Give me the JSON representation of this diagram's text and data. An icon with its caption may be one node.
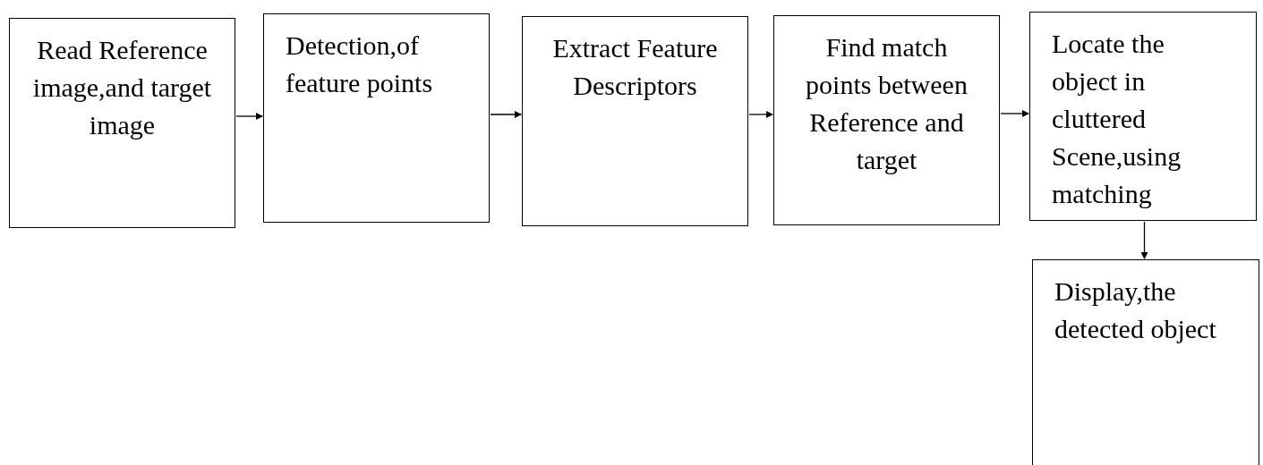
{
  "diagram": {
    "nodes": [
      {
        "text": [
          "Read Reference image,and target image"
        ]
      },
      {
        "text": [
          "Detection,of feature points"
        ]
      },
      {
        "text": [
          "Extract Feature Descriptors"
        ]
      },
      {
        "text": [
          "Find match points between Reference and target"
        ]
      },
      {
        "text": [
          "Locate the object in cluttered Scene,using matching"
        ]
      },
      {
        "text": [
          "Display,the detected object"
        ]
      }
    ],
    "edges": [
      {
        "from": 0,
        "to": 1,
        "arrow": "to"
      },
      {
        "from": 1,
        "to": 2,
        "arrow": "to"
      },
      {
        "from": 2,
        "to": 3,
        "arrow": "to"
      },
      {
        "from": 3,
        "to": 4,
        "arrow": "to"
      },
      {
        "from": 4,
        "to": 5,
        "arrow": "to"
      }
    ]
  }
}
